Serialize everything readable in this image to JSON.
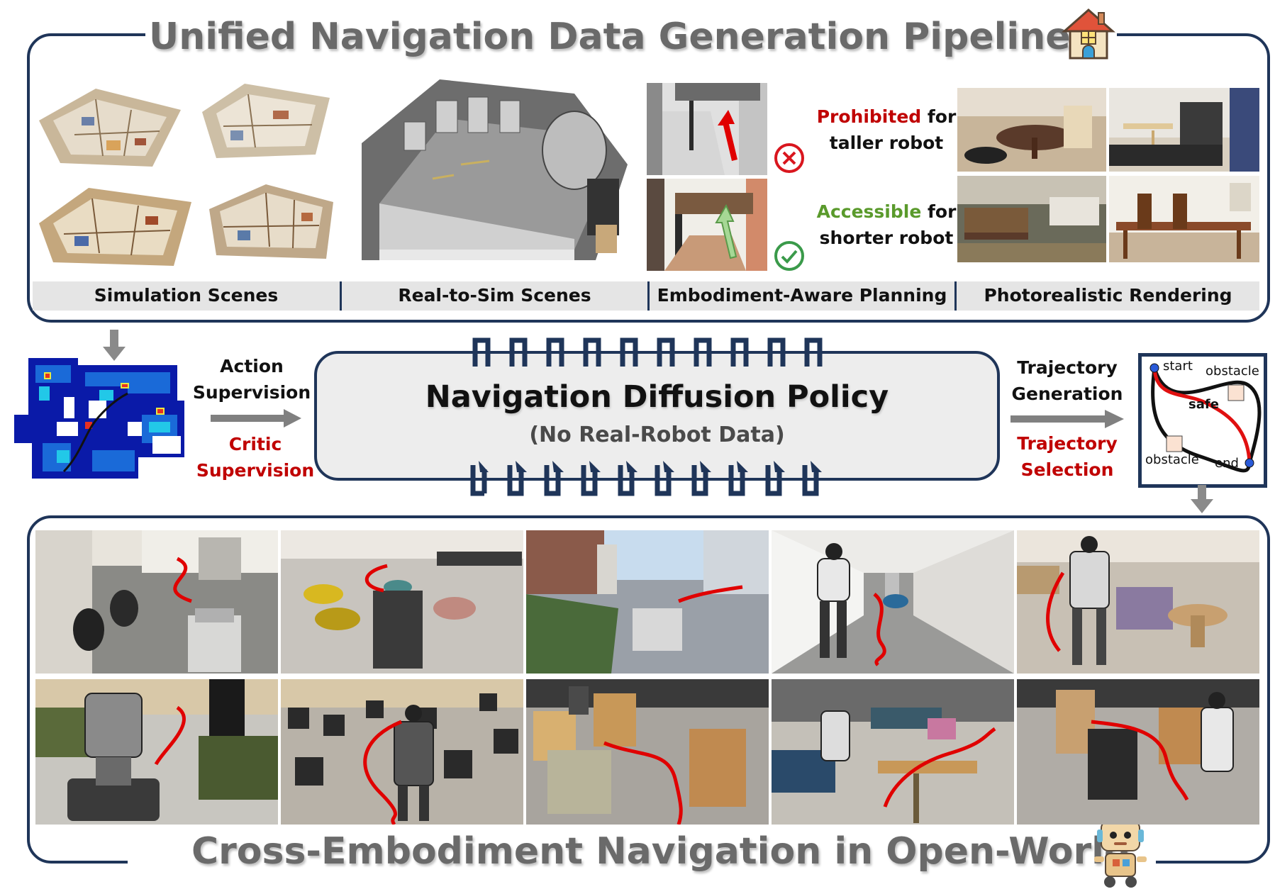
{
  "pipeline": {
    "title": "Unified Navigation Data Generation Pipeline",
    "icon": "house-icon",
    "sections": [
      {
        "label": "Simulation Scenes"
      },
      {
        "label": "Real-to-Sim Scenes"
      },
      {
        "label": "Embodiment-Aware Planning"
      },
      {
        "label": "Photorealistic Rendering"
      }
    ],
    "planning": {
      "prohibited_word": "Prohibited",
      "prohibited_rest": "for",
      "prohibited_line2": "taller robot",
      "accessible_word": "Accessible",
      "accessible_rest": "for",
      "accessible_line2": "shorter robot"
    }
  },
  "middle": {
    "action_supervision_line1": "Action",
    "action_supervision_line2": "Supervision",
    "critic_supervision_line1": "Critic",
    "critic_supervision_line2": "Supervision",
    "policy_title": "Navigation Diffusion Policy",
    "policy_subtitle": "(No Real-Robot Data)",
    "trajectory_generation_line1": "Trajectory",
    "trajectory_generation_line2": "Generation",
    "trajectory_selection_line1": "Trajectory",
    "trajectory_selection_line2": "Selection",
    "traj_diagram": {
      "start": "start",
      "end": "end",
      "safe": "safe",
      "obstacle_top": "obstacle",
      "obstacle_bottom": "obstacle"
    }
  },
  "open_world": {
    "title": "Cross-Embodiment Navigation in Open-World",
    "icon": "robot-mascot-icon"
  },
  "colors": {
    "panel_border": "#1f3559",
    "accent_red": "#c00000",
    "accent_green": "#5a9a2c",
    "title_gray": "#6a6a6a"
  }
}
